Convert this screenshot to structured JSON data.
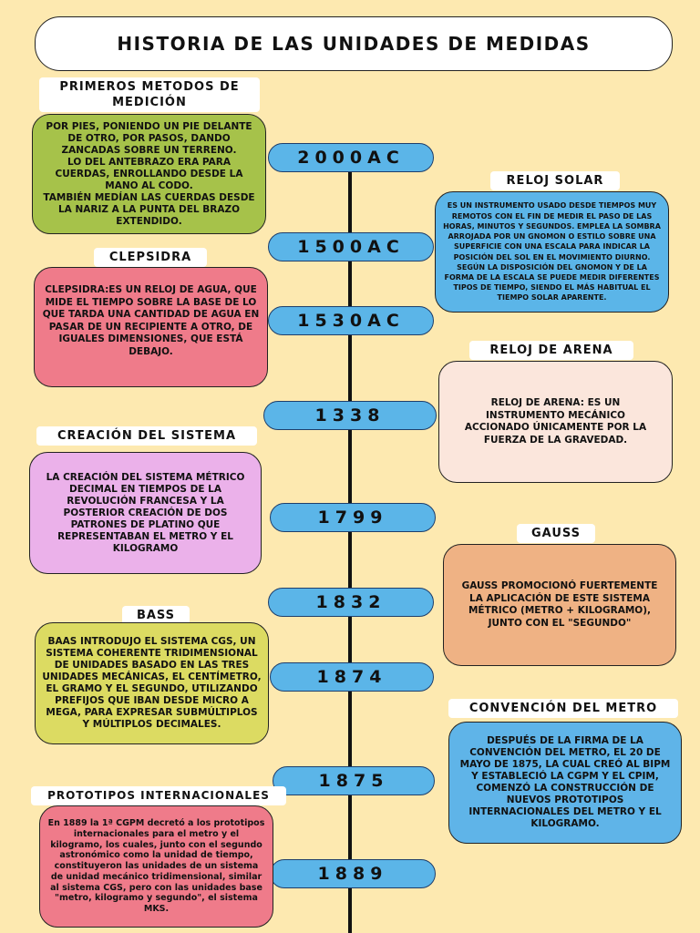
{
  "title": "HISTORIA DE LAS UNIDADES DE MEDIDAS",
  "years": [
    "2000AC",
    "1500AC",
    "1530AC",
    "1338",
    "1799",
    "1832",
    "1874",
    "1875",
    "1889"
  ],
  "labels": {
    "primeros": "PRIMEROS METODOS DE MEDICIÓN",
    "reloj_solar": "RELOJ SOLAR",
    "clepsidra": "CLEPSIDRA",
    "reloj_arena": "RELOJ DE ARENA",
    "creacion": "CREACIÓN DEL SISTEMA",
    "gauss": "GAUSS",
    "bass": "BASS",
    "convencion": "CONVENCIÓN DEL METRO",
    "prototipos": "PROTOTIPOS INTERNACIONALES"
  },
  "texts": {
    "primeros": "POR PIES, PONIENDO UN PIE DELANTE DE OTRO, POR PASOS, DANDO ZANCADAS SOBRE UN TERRENO.\nLO DEL ANTEBRAZO ERA PARA CUERDAS, ENROLLANDO DESDE LA MANO AL CODO.\nTAMBIÉN MEDÍAN LAS CUERDAS DESDE LA NARIZ A LA PUNTA DEL BRAZO EXTENDIDO.",
    "reloj_solar": "ES UN INSTRUMENTO USADO DESDE TIEMPOS MUY REMOTOS CON EL FIN DE MEDIR EL PASO DE LAS HORAS, MINUTOS Y SEGUNDOS. EMPLEA LA SOMBRA ARROJADA POR UN GNOMON O ESTILO SOBRE UNA SUPERFICIE CON UNA ESCALA PARA INDICAR LA POSICIÓN DEL SOL EN EL MOVIMIENTO DIURNO. SEGÚN LA DISPOSICIÓN DEL GNOMON Y DE LA FORMA DE LA ESCALA SE PUEDE MEDIR DIFERENTES TIPOS DE TIEMPO, SIENDO EL MÁS HABITUAL EL TIEMPO SOLAR APARENTE.",
    "clepsidra": "CLEPSIDRA:ES UN RELOJ DE AGUA, QUE MIDE EL TIEMPO SOBRE LA BASE DE LO QUE TARDA UNA CANTIDAD DE AGUA EN PASAR DE UN RECIPIENTE A OTRO, DE IGUALES DIMENSIONES, QUE ESTÁ DEBAJO.",
    "reloj_arena": "RELOJ DE ARENA: ES UN INSTRUMENTO MECÁNICO ACCIONADO ÚNICAMENTE POR LA FUERZA DE LA GRAVEDAD.",
    "creacion": "LA CREACIÓN DEL SISTEMA MÉTRICO DECIMAL EN TIEMPOS DE LA REVOLUCIÓN FRANCESA Y LA POSTERIOR CREACIÓN DE DOS PATRONES DE PLATINO QUE REPRESENTABAN EL METRO Y EL KILOGRAMO",
    "gauss": "GAUSS PROMOCIONÓ FUERTEMENTE LA APLICACIÓN DE ESTE SISTEMA MÉTRICO (METRO + KILOGRAMO), JUNTO CON EL \"SEGUNDO\"",
    "bass": "BAAS INTRODUJO EL SISTEMA CGS, UN SISTEMA COHERENTE TRIDIMENSIONAL DE UNIDADES BASADO EN LAS TRES UNIDADES MECÁNICAS, EL CENTÍMETRO, EL GRAMO Y EL SEGUNDO, UTILIZANDO PREFIJOS QUE IBAN DESDE MICRO A MEGA, PARA EXPRESAR SUBMÚLTIPLOS Y MÚLTIPLOS DECIMALES.",
    "convencion": "DESPUÉS DE LA FIRMA DE LA CONVENCIÓN DEL METRO, EL 20 DE MAYO DE 1875, LA CUAL CREÓ AL BIPM Y ESTABLECIÓ LA CGPM Y EL CPIM, COMENZÓ LA CONSTRUCCIÓN DE NUEVOS PROTOTIPOS INTERNACIONALES DEL METRO Y EL KILOGRAMO.",
    "prototipos": "En 1889 la 1ª CGPM decretó a los prototipos internacionales para el metro y el kilogramo, los cuales, junto con el segundo astronómico como la unidad de tiempo, constituyeron las unidades de un sistema de unidad mecánico tridimensional, similar al sistema CGS, pero con las unidades base \"metro, kilogramo y segundo\", el sistema MKS."
  }
}
